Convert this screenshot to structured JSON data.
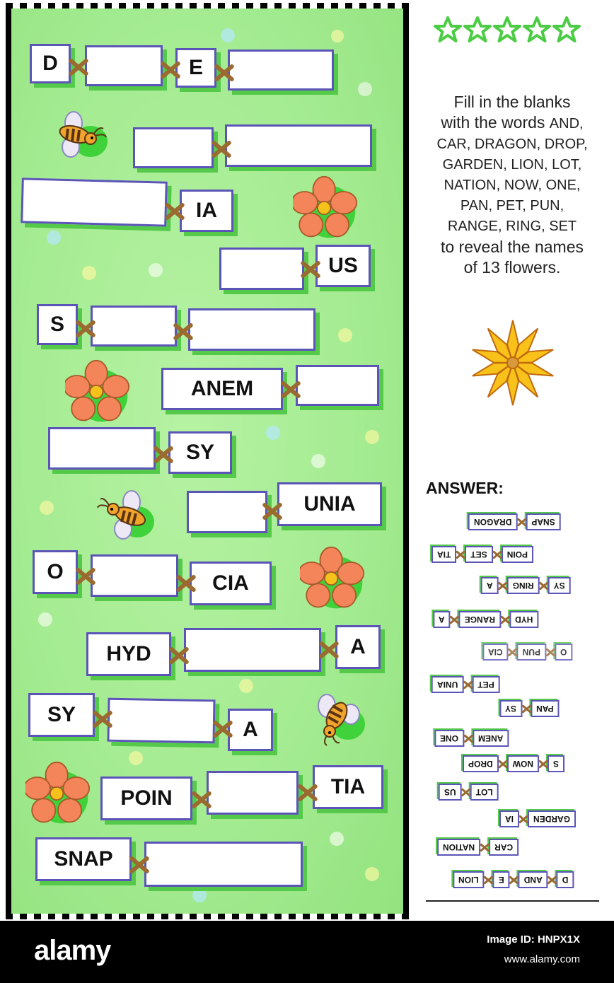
{
  "rating": {
    "star_color": "#4ccc44",
    "stars": [
      "star-icon",
      "star-icon",
      "star-icon",
      "star-icon",
      "star-icon",
      "star-icon"
    ]
  },
  "instructions": {
    "line1": "Fill in the blanks",
    "line2": "with the words",
    "words_a": "AND,",
    "words_b": "CAR, DRAGON, DROP,",
    "words_c": "GARDEN, LION, LOT,",
    "words_d": "NATION, NOW, ONE,",
    "words_e": "PAN, PET, PUN,",
    "words_f": "RANGE, RING, SET",
    "line3": "to reveal the names",
    "line4": "of 13 flowers."
  },
  "puzzle": {
    "rows": [
      {
        "tiles": [
          {
            "text": "D"
          },
          {
            "text": ""
          },
          {
            "text": "E"
          },
          {
            "text": ""
          }
        ]
      },
      {
        "tiles": [
          {
            "text": ""
          },
          {
            "text": ""
          }
        ]
      },
      {
        "tiles": [
          {
            "text": ""
          },
          {
            "text": "IA"
          }
        ]
      },
      {
        "tiles": [
          {
            "text": ""
          },
          {
            "text": "US"
          }
        ]
      },
      {
        "tiles": [
          {
            "text": "S"
          },
          {
            "text": ""
          },
          {
            "text": ""
          }
        ]
      },
      {
        "tiles": [
          {
            "text": "ANEM"
          },
          {
            "text": ""
          }
        ]
      },
      {
        "tiles": [
          {
            "text": ""
          },
          {
            "text": "SY"
          }
        ]
      },
      {
        "tiles": [
          {
            "text": ""
          },
          {
            "text": "UNIA"
          }
        ]
      },
      {
        "tiles": [
          {
            "text": "O"
          },
          {
            "text": ""
          },
          {
            "text": "CIA"
          }
        ]
      },
      {
        "tiles": [
          {
            "text": "HYD"
          },
          {
            "text": ""
          },
          {
            "text": "A"
          }
        ]
      },
      {
        "tiles": [
          {
            "text": "SY"
          },
          {
            "text": ""
          },
          {
            "text": "A"
          }
        ]
      },
      {
        "tiles": [
          {
            "text": "POIN"
          },
          {
            "text": ""
          },
          {
            "text": "TIA"
          }
        ]
      },
      {
        "tiles": [
          {
            "text": "SNAP"
          },
          {
            "text": ""
          }
        ]
      }
    ]
  },
  "answer": {
    "label": "ANSWER:",
    "rows": [
      [
        "SNAP",
        "DRAGON"
      ],
      [
        "POIN",
        "SET",
        "TIA"
      ],
      [
        "SY",
        "RING",
        "A"
      ],
      [
        "HYD",
        "RANGE",
        "A"
      ],
      [
        "O",
        "PUN",
        "CIA"
      ],
      [
        "PET",
        "UNIA"
      ],
      [
        "PAN",
        "SY"
      ],
      [
        "ANEM",
        "ONE"
      ],
      [
        "S",
        "NOW",
        "DROP"
      ],
      [
        "LOT",
        "US"
      ],
      [
        "GARDEN",
        "IA"
      ],
      [
        "CAR",
        "NATION"
      ],
      [
        "D",
        "AND",
        "E",
        "LION"
      ]
    ]
  },
  "footer": {
    "logo": "alamy",
    "image_id": "Image ID: HNPX1X",
    "url": "www.alamy.com"
  }
}
